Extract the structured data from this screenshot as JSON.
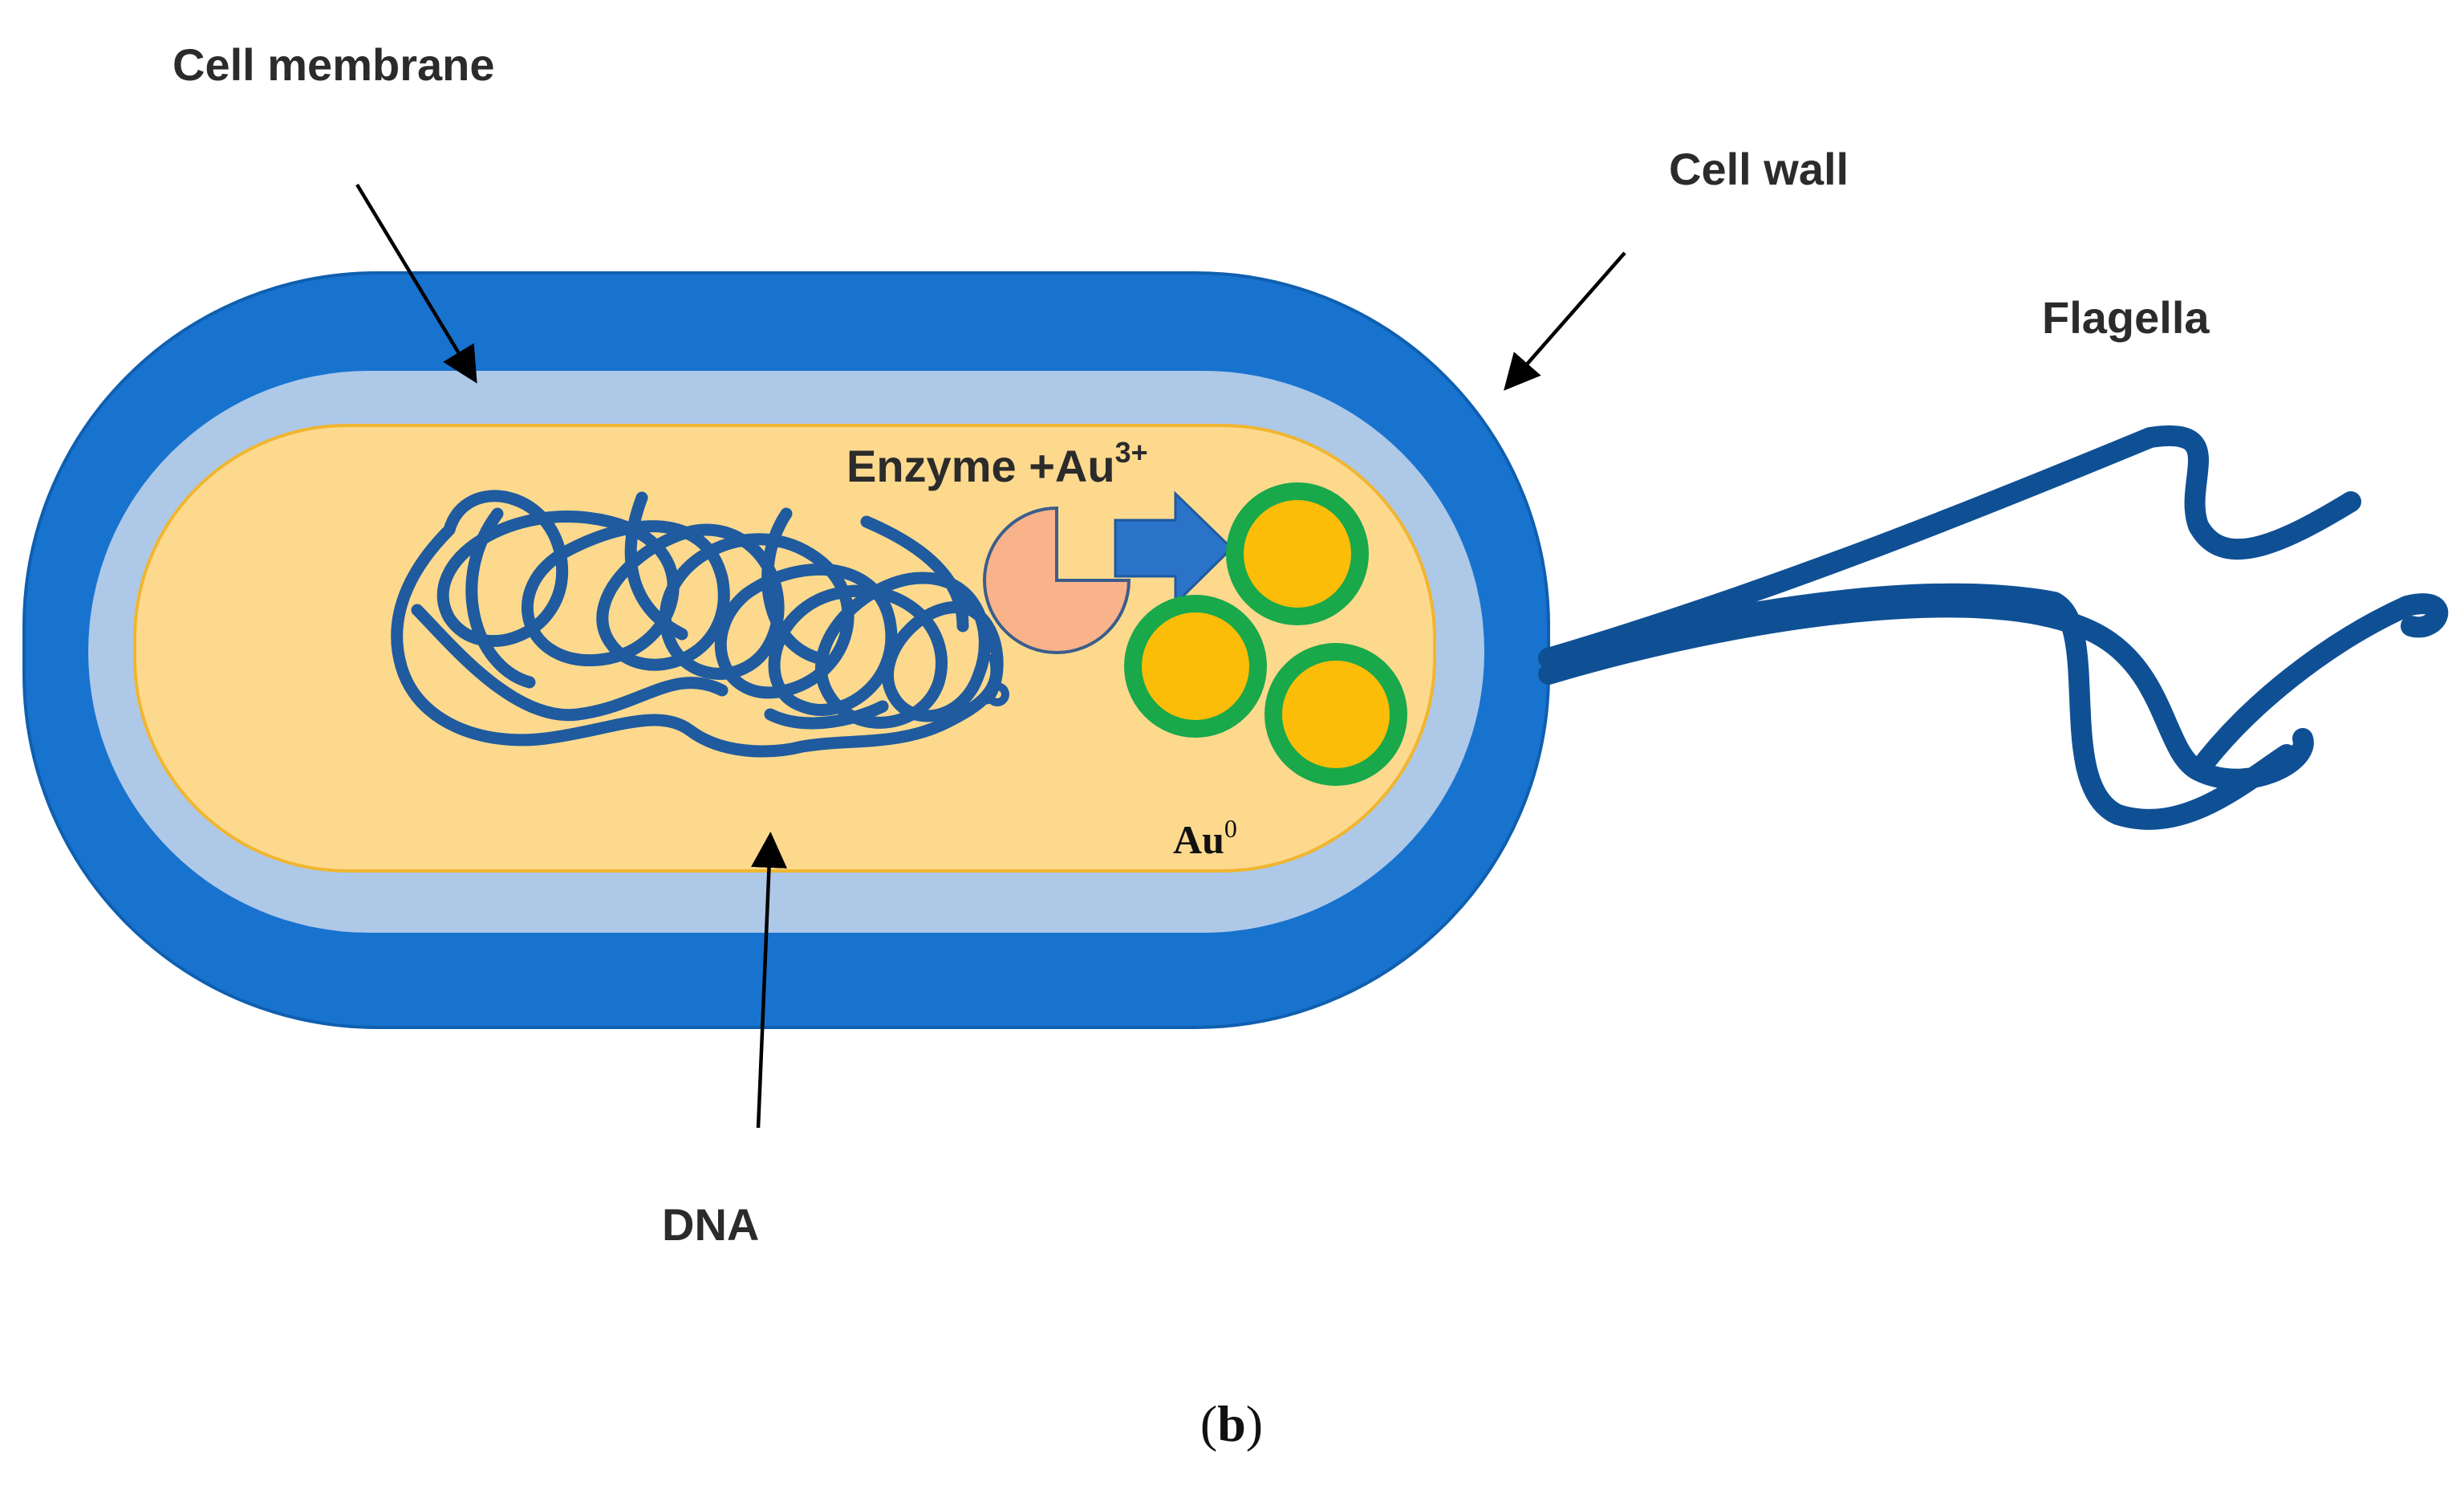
{
  "labels": {
    "cell_membrane": "Cell membrane",
    "cell_wall": "Cell wall",
    "flagella": "Flagella",
    "dna": "DNA",
    "enzyme": "Enzyme +Au",
    "enzyme_sup": "3+",
    "au0": "Au",
    "au0_sup": "0",
    "caption_open": "(",
    "caption_letter": "b",
    "caption_close": ")"
  },
  "colors": {
    "cell_wall": "#1873cf",
    "cell_membrane": "#aec8e8",
    "cytoplasm": "#fdd98e",
    "cytoplasm_border": "#f0b630",
    "dna": "#1f5b9e",
    "flagella": "#0f5095",
    "enzyme": "#f8b38a",
    "enzyme_border": "#3a5d8c",
    "arrow_block": "#2a73c8",
    "nanoparticle_fill": "#fbbd08",
    "nanoparticle_ring": "#19a84a",
    "pointer": "#000000"
  }
}
